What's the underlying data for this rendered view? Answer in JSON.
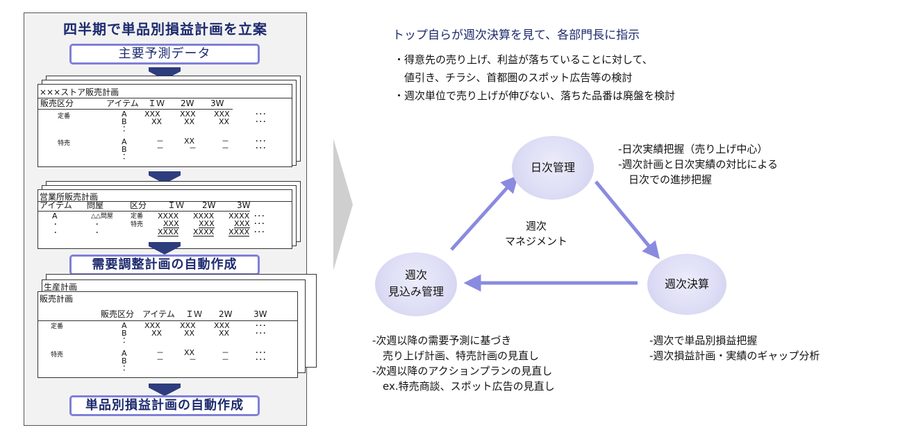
{
  "left": {
    "title": "四半期で単品別損益計画を立案",
    "box1": "主要予測データ",
    "box2": "需要調整計画の自動作成",
    "box3": "単品別損益計画の自動作成",
    "sheet1": {
      "title": "×××ストア販売計画",
      "headers": [
        "販売区分",
        "アイテム",
        "ＩＷ",
        "2W",
        "3W"
      ],
      "rows": [
        {
          "category": "定番",
          "item": "A",
          "w1": "XXX",
          "w2": "XXX",
          "w3": "XXX",
          "more": "･･･"
        },
        {
          "category": "",
          "item": "B",
          "w1": "XX",
          "w2": "XX",
          "w3": "XX",
          "more": "･･･"
        },
        {
          "category": "",
          "item": "：",
          "w1": "",
          "w2": "",
          "w3": "",
          "more": ""
        },
        {
          "category": "特売",
          "item": "A",
          "w1": "－",
          "w2": "XX",
          "w3": "－",
          "more": "･･･"
        },
        {
          "category": "",
          "item": "B",
          "w1": "－",
          "w2": "－",
          "w3": "－",
          "more": "･･･"
        },
        {
          "category": "",
          "item": "：",
          "w1": "",
          "w2": "",
          "w3": "",
          "more": ""
        }
      ]
    },
    "sheet2": {
      "title": "営業所販売計画",
      "headers": [
        "アイテム",
        "問屋",
        "区分",
        "ＩＷ",
        "2W",
        "3W"
      ],
      "rows": [
        {
          "item": "A",
          "wholesaler": "△△問屋",
          "type": "定番",
          "w1": "XXXX",
          "w2": "XXXX",
          "w3": "XXXX",
          "more": "･･･"
        },
        {
          "item": "･",
          "wholesaler": "･",
          "type": "特売",
          "w1": "XXX",
          "w2": "XXX",
          "w3": "XXX",
          "more": "･･･"
        },
        {
          "item": "･",
          "wholesaler": "･",
          "type": "",
          "w1": "XXXX",
          "w2": "XXXX",
          "w3": "XXXX",
          "more": "･･･"
        }
      ]
    },
    "sheet3": {
      "back_title": "生産計画",
      "title": "販売計画",
      "headers": [
        "販売区分",
        "アイテム",
        "ＩＷ",
        "2W",
        "3W"
      ],
      "rows": [
        {
          "category": "定番",
          "item": "A",
          "w1": "XXX",
          "w2": "XXX",
          "w3": "XXX",
          "more": "･･･"
        },
        {
          "category": "",
          "item": "B",
          "w1": "XX",
          "w2": "XX",
          "w3": "XX",
          "more": "･･･"
        },
        {
          "category": "",
          "item": "：",
          "w1": "",
          "w2": "",
          "w3": "",
          "more": ""
        },
        {
          "category": "特売",
          "item": "A",
          "w1": "－",
          "w2": "XX",
          "w3": "－",
          "more": "･･･"
        },
        {
          "category": "",
          "item": "B",
          "w1": "－",
          "w2": "－",
          "w3": "－",
          "more": "･･･"
        },
        {
          "category": "",
          "item": "：",
          "w1": "",
          "w2": "",
          "w3": "",
          "more": ""
        }
      ]
    }
  },
  "right": {
    "title": "トップ自らが週次決算を見て、各部門長に指示",
    "bullets": [
      {
        "line1": "・得意先の売り上げ、利益が落ちていることに対して、",
        "line2": "　値引き、チラシ、首都圏のスポット広告等の検討"
      },
      {
        "line1": "・週次単位で売り上げが伸びない、落ちた品番は廃盤を検討",
        "line2": ""
      }
    ],
    "cycle": {
      "center": [
        "週次",
        "マネジメント"
      ],
      "daily": "日次管理",
      "settlement": "週次決算",
      "forecast": [
        "週次",
        "見込み管理"
      ]
    },
    "notes": {
      "daily": [
        "-日次実績把握（売り上げ中心）",
        "-週次計画と日次実績の対比による",
        "　日次での進捗把握"
      ],
      "settlement": [
        "-週次で単品別損益把握",
        "-週次損益計画・実績のギャップ分析"
      ],
      "forecast": [
        "-次週以降の需要予測に基づき",
        "　売り上げ計画、特売計画の見直し",
        "-次週以降のアクションプランの見直し",
        "　ex.特売商談、スポット広告の見直し"
      ]
    },
    "colors": {
      "arrow": "#8a8ae0",
      "node": "#dcdcf5",
      "title": "#1c2a6e",
      "box_border": "#7f7fd9"
    }
  }
}
